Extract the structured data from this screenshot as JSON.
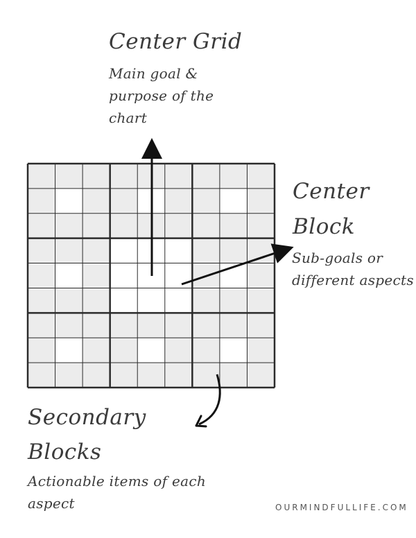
{
  "labels": {
    "center_grid_title": "Center Grid",
    "center_grid_desc": "Main goal & purpose of the chart",
    "center_block_title_1": "Center",
    "center_block_title_2": "Block",
    "center_block_desc": "Sub-goals or different aspects",
    "secondary_title_1": "Secondary",
    "secondary_title_2": "Blocks",
    "secondary_desc": "Actionable items of each aspect"
  },
  "site": "OURMINDFULLIFE.COM",
  "grid": {
    "size": 9,
    "colors": {
      "filled": "#ececec",
      "empty": "#ffffff",
      "line": "#2b2b2b"
    },
    "white_cells": [
      [
        1,
        1
      ],
      [
        1,
        4
      ],
      [
        1,
        7
      ],
      [
        3,
        3
      ],
      [
        3,
        4
      ],
      [
        3,
        5
      ],
      [
        4,
        1
      ],
      [
        4,
        3
      ],
      [
        4,
        4
      ],
      [
        4,
        5
      ],
      [
        4,
        7
      ],
      [
        5,
        3
      ],
      [
        5,
        4
      ],
      [
        5,
        5
      ],
      [
        7,
        1
      ],
      [
        7,
        4
      ],
      [
        7,
        7
      ]
    ]
  }
}
